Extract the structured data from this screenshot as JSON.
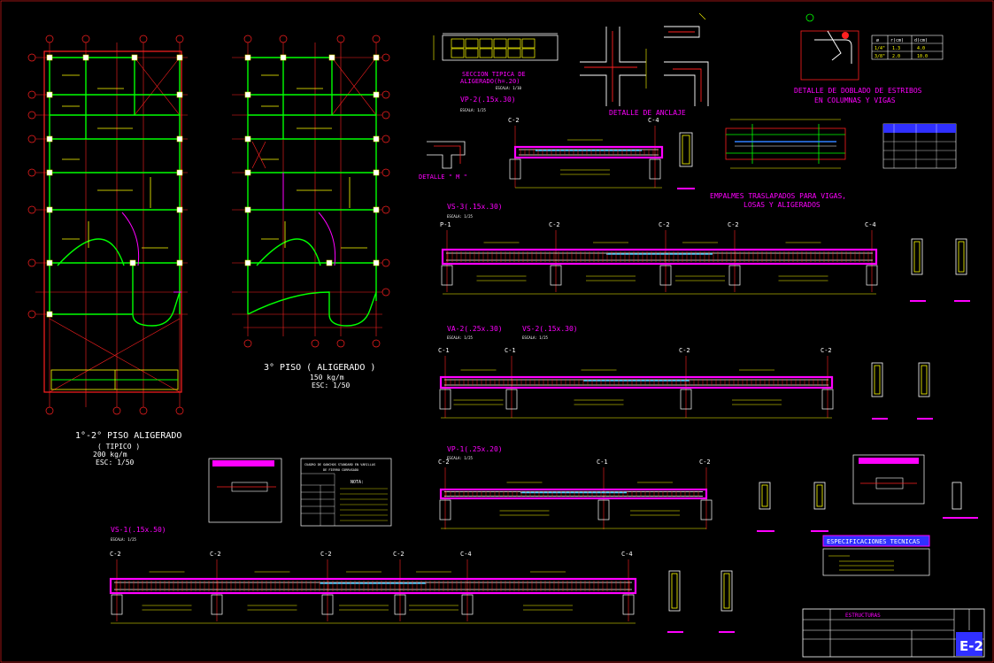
{
  "plan12": {
    "title": "1°-2°  PISO ALIGERADO",
    "type": "( TIPICO )",
    "load": "200  kg/m",
    "scale": "ESC: 1/50"
  },
  "plan3": {
    "title": "3° PISO ( ALIGERADO )",
    "load": "150  kg/m",
    "scale": "ESC: 1/50"
  },
  "section_tipica": {
    "title": "SECCION TIPICA DE",
    "subtitle": "ALIGERADO(h=.20)",
    "scale": "ESCALA: 1/10"
  },
  "anclaje": {
    "title": "DETALLE DE ANCLAJE"
  },
  "doblado": {
    "line1": "DETALLE DE DOBLADO DE ESTRIBOS",
    "line2": "EN  COLUMNAS Y VIGAS"
  },
  "doblado_table": {
    "headers": [
      "ø",
      "r(cm)",
      "d(cm)"
    ],
    "rows": [
      [
        "1/4\"",
        "1.3",
        "4.0"
      ],
      [
        "3/8\"",
        "2.0",
        "10.0"
      ]
    ]
  },
  "empalmes": {
    "line1": "EMPALMES TRASLAPADOS PARA VIGAS,",
    "line2": "LOSAS Y ALIGERADOS"
  },
  "detalle_m": {
    "title": "DETALLE \" M \""
  },
  "beams": {
    "vp2": {
      "title": "VP-2(.15x.30)",
      "scale": "ESCALA: 1/25",
      "cols": [
        "C-2",
        "C-4"
      ]
    },
    "vs3": {
      "title": "VS-3(.15x.30)",
      "scale": "ESCALA: 1/25",
      "cols": [
        "P-1",
        "C-2",
        "C-2",
        "C-2",
        "C-4"
      ]
    },
    "va2": {
      "title": "VA-2(.25x.30)",
      "title2": "VS-2(.15x.30)",
      "scale": "ESCALA: 1/25",
      "scale2": "ESCALA: 1/25",
      "cols": [
        "C-1",
        "C-1",
        "C-2",
        "C-2"
      ]
    },
    "vp1": {
      "title": "VP-1(.25x.20)",
      "scale": "ESCALA: 1/25",
      "cols": [
        "C-2",
        "C-1",
        "C-2"
      ]
    },
    "vs1": {
      "title": "VS-1(.15x.50)",
      "scale": "ESCALA: 1/25",
      "cols": [
        "C-2",
        "C-2",
        "C-2",
        "C-2",
        "C-4",
        "C-4"
      ]
    }
  },
  "cuadro_ganchos": {
    "title": "CUADRO DE GANCHOS STANDARD EN VARILLAS",
    "subtitle": "DE FIERRO CORRUGADO",
    "nota": "NOTA:"
  },
  "especificaciones": {
    "title": "ESPECIFICACIONES TECNICAS"
  },
  "titleblock": {
    "project": "ESTRUCTURAS",
    "sheet": "E-2"
  },
  "colors": {
    "bg": "#000000",
    "red": "#ff2020",
    "green": "#00ff00",
    "yellow": "#ffff00",
    "white": "#ffffff",
    "magenta": "#ff00ff",
    "cyan": "#40c8ff",
    "blue": "#3030ff"
  }
}
